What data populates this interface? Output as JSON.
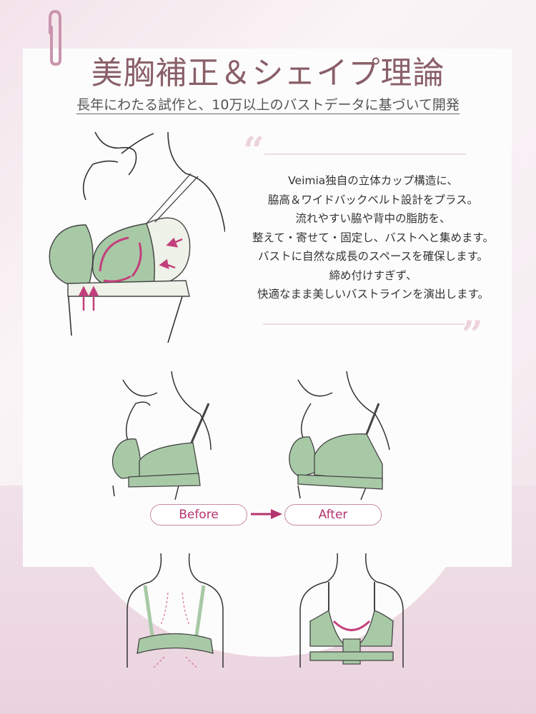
{
  "header": {
    "title": "美胸補正＆シェイプ理論",
    "subtitle": "長年にわたる試作と、10万以上のバストデータに基づいて開発"
  },
  "description": {
    "lines": [
      "Veimia独自の立体カップ構造に、",
      "脇高＆ワイドバックベルト設計をプラス。",
      "流れやすい脇や背中の脂肪を、",
      "整えて・寄せて・固定し、バストへと集めます。",
      "バストに自然な成長のスペースを確保します。",
      "締め付けすぎず、",
      "快適なまま美しいバストラインを演出します。"
    ],
    "quote_open": "“",
    "quote_close": "”"
  },
  "comparison": {
    "before_label": "Before",
    "after_label": "After"
  },
  "icons": {
    "paperclip": "paperclip-icon",
    "arrow": "arrow-right-icon"
  },
  "colors": {
    "accent": "#b5346e",
    "title": "#8a6068",
    "bra_green": "#a8c9a6",
    "panel_pink": "#ecd6e0"
  }
}
